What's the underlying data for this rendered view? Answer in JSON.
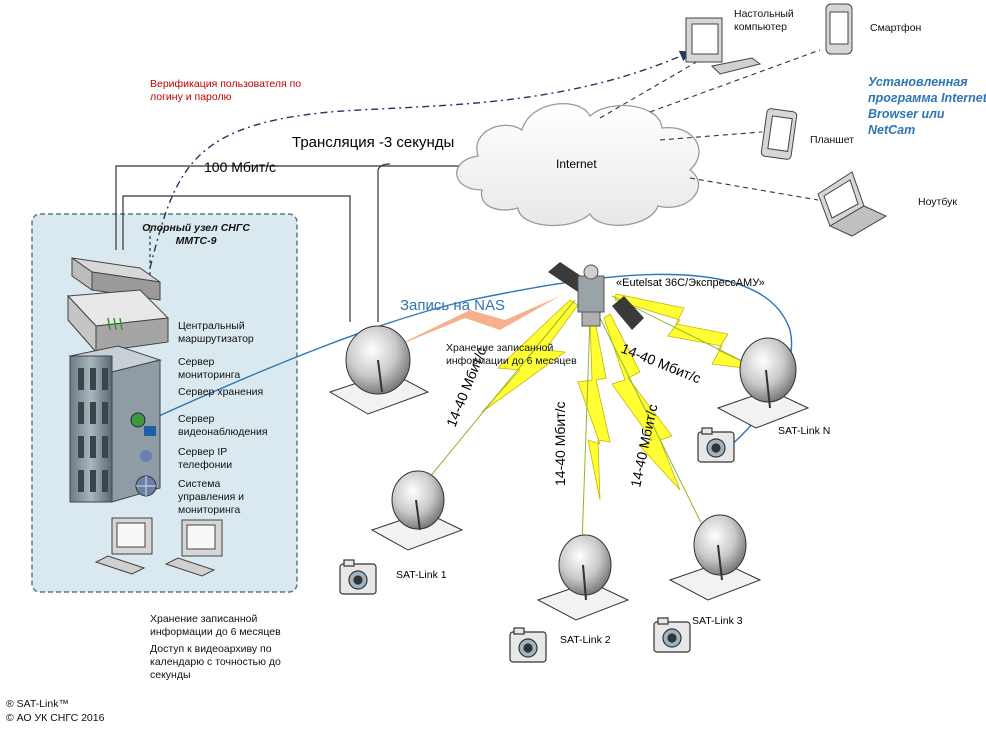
{
  "verification_note": "Верификация пользователя по логину и паролю",
  "stream_label": "Трансляция -3 секунды",
  "bandwidth_label": "100 Мбит/с",
  "internet_label": "Internet",
  "nas_label": "Запись на NAS",
  "storage_nas_note": "Хранение записанной информации до 6 месяцев",
  "satellite_label": "«Eutelsat 36C/ЭкспрессАМУ»",
  "hub": {
    "title": "Опорный узел СНГС ММТС-9",
    "servers": [
      "Центральный маршрутизатор",
      "Сервер мониторинга",
      "Сервер хранения",
      "Сервер видеонаблюдения",
      "Сервер IP телефонии",
      "Система управления и мониторинга"
    ]
  },
  "clients": {
    "desktop": "Настольный компьютер",
    "smartphone": "Смартфон",
    "tablet": "Планшет",
    "laptop": "Ноутбук",
    "software_note": "Установленная программа Internet Browser или NetCam"
  },
  "links": {
    "speed": "14-40 Мбит/с",
    "terminals": [
      "SAT-Link 1",
      "SAT-Link 2",
      "SAT-Link 3",
      "SAT-Link N"
    ]
  },
  "bottom_notes": {
    "storage": "Хранение записанной информации до 6 месяцев",
    "archive": "Доступ к видеоархиву по календарю с точностью до секунды"
  },
  "footer": {
    "trademark": "® SAT-Link™",
    "copyright": "© АО УК СНГС 2016"
  },
  "colors": {
    "hub_fill": "#dae9ef",
    "hub_border": "#5b7b87",
    "beam_yellow": "#ffff33",
    "beam_orange": "#f6a77e",
    "nas_blue": "#2e75b6",
    "note_red": "#c00000"
  }
}
